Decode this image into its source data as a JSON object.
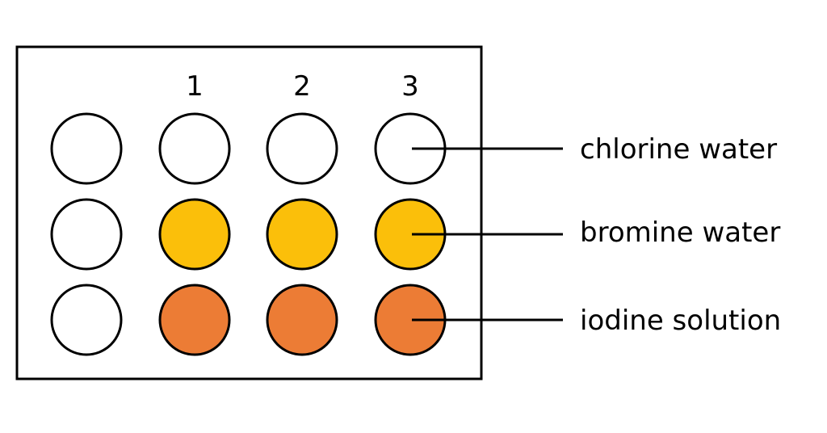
{
  "columns": [
    {
      "label": "1"
    },
    {
      "label": "2"
    },
    {
      "label": "3"
    }
  ],
  "rows": [
    {
      "label": "chlorine water",
      "color": "#ffffff"
    },
    {
      "label": "bromine water",
      "color": "#fbbf0a"
    },
    {
      "label": "iodine solution",
      "color": "#ec7c35"
    }
  ],
  "colors": {
    "outline": "#000000",
    "control_well": "#ffffff"
  }
}
